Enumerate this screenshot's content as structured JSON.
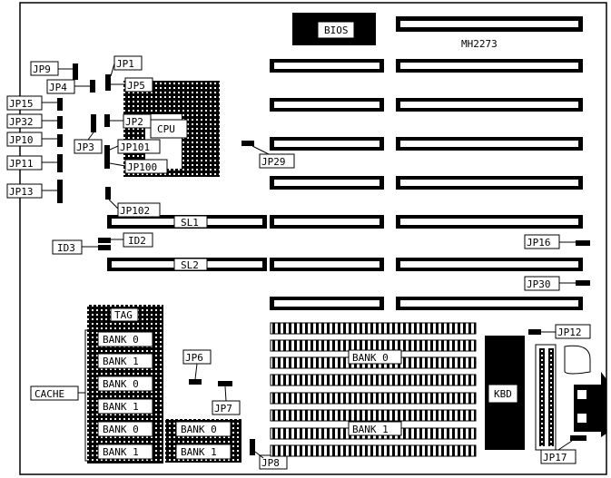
{
  "board": {
    "model": "MH2273",
    "bios": "BIOS",
    "cpu": "CPU",
    "kbd": "KBD",
    "slots": {
      "sl1": "SL1",
      "sl2": "SL2"
    },
    "cache": {
      "group": "CACHE",
      "tag": "TAG",
      "bank0": "BANK 0",
      "bank1": "BANK 1"
    },
    "memory": {
      "bank0": "BANK 0",
      "bank1": "BANK 1"
    },
    "jumpers": [
      "JP1",
      "JP2",
      "JP3",
      "JP4",
      "JP5",
      "JP6",
      "JP7",
      "JP8",
      "JP9",
      "JP10",
      "JP11",
      "JP12",
      "JP13",
      "JP15",
      "JP16",
      "JP17",
      "JP29",
      "JP30",
      "JP32",
      "JP100",
      "JP101",
      "JP102",
      "ID2",
      "ID3"
    ]
  }
}
